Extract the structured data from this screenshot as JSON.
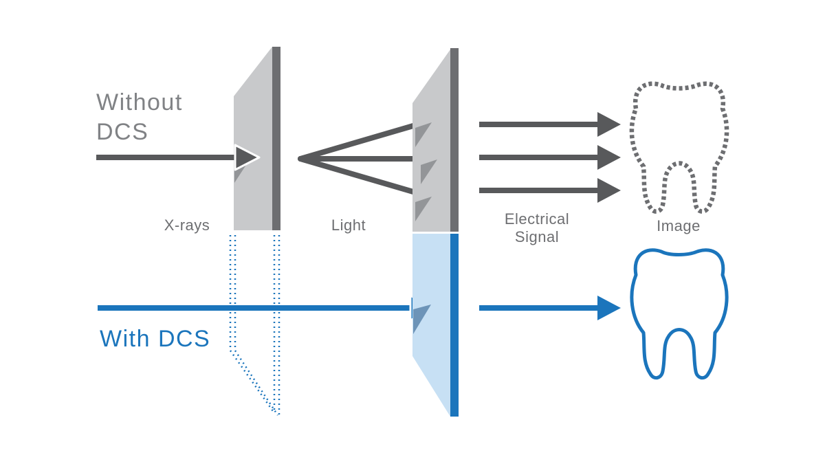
{
  "labels": {
    "without_dcs_line1": "Without",
    "without_dcs_line2": "DCS",
    "with_dcs": "With DCS",
    "xrays": "X-rays",
    "light": "Light",
    "electrical_line1": "Electrical",
    "electrical_line2": "Signal",
    "image": "Image"
  },
  "colors": {
    "arrow_gray": "#58595b",
    "heading_gray": "#808285",
    "label_gray": "#6d6e71",
    "panel_face_gray": "#c8c9cb",
    "panel_bar_gray": "#6d6e71",
    "panel_shadow_gray": "#939598",
    "blue": "#1b75bc",
    "panel_face_blue": "#c7e0f4",
    "panel_shadow_blue": "#6d94b8",
    "background": "#ffffff"
  }
}
